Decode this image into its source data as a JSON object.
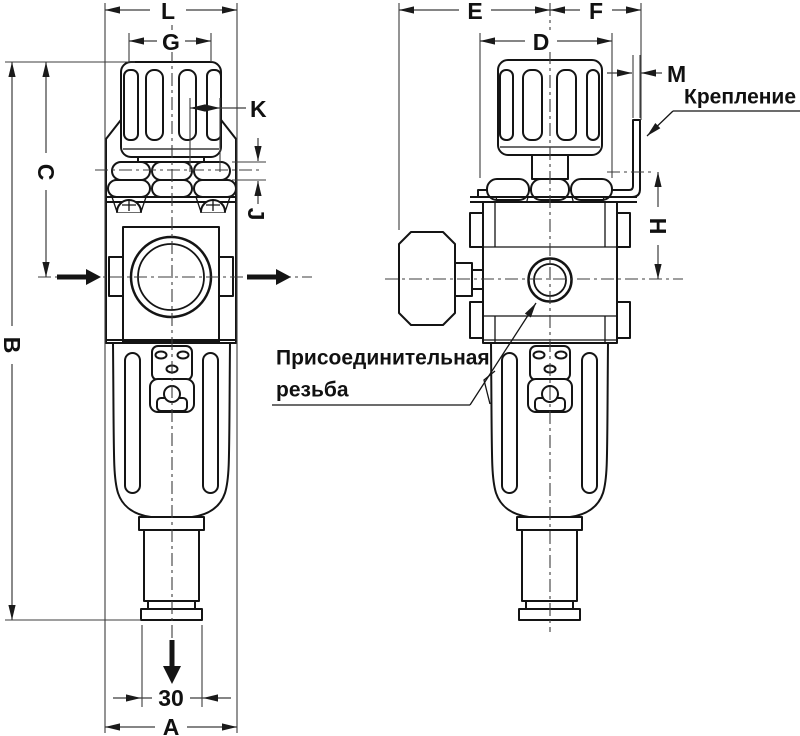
{
  "figure": {
    "background": "#ffffff",
    "line_color": "#141414",
    "dims": {
      "L": "L",
      "G": "G",
      "K": "K",
      "J": "J",
      "C": "C",
      "B": "B",
      "A": "A",
      "D": "D",
      "E": "E",
      "F": "F",
      "M": "M",
      "H": "H",
      "bottom_width": "30"
    },
    "labels": {
      "mounting": "Крепление",
      "thread_line1": "Присоединительная",
      "thread_line2": "резьба"
    }
  }
}
